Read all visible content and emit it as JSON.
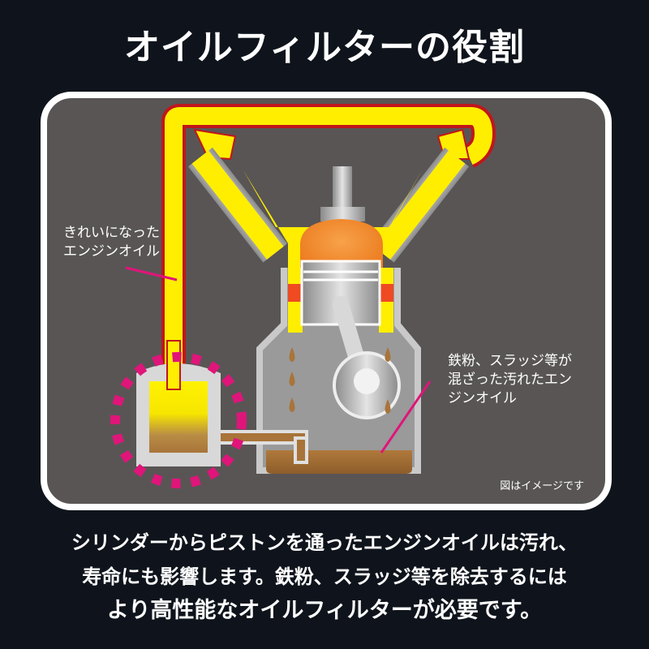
{
  "title": "オイルフィルターの役割",
  "diagram": {
    "label_clean_oil": [
      "きれいになった",
      "エンジンオイル"
    ],
    "label_dirty_oil": [
      "鉄粉、スラッジ等が",
      "混ざった汚れたエン",
      "ジンオイル"
    ],
    "note": "図はイメージです",
    "colors": {
      "panel_bg": "#595555",
      "panel_border": "#ffffff",
      "clean_oil": "#ffee00",
      "oil_outline": "#c0161b",
      "dirty_oil": "#a8743a",
      "combustion": "#f08a2a",
      "highlight_ring": "#e0157a",
      "metal": "#c8c8c8"
    }
  },
  "description": {
    "line1": "シリンダーからピストンを通ったエンジンオイルは汚れ、",
    "line2": "寿命にも影響します。鉄粉、スラッジ等を除去するには",
    "line3": "より高性能なオイルフィルターが必要です。"
  }
}
